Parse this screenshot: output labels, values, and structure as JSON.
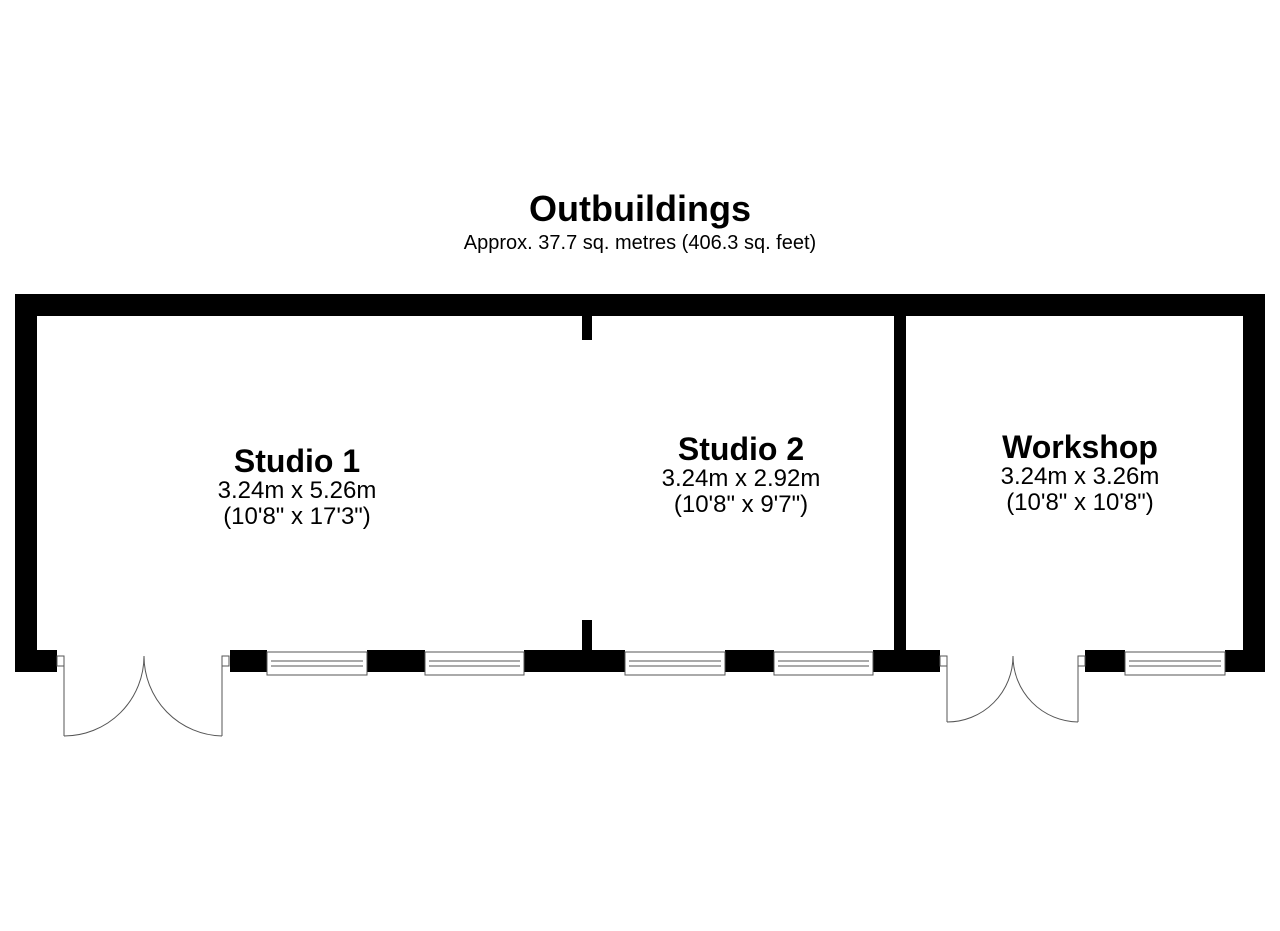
{
  "header": {
    "title": "Outbuildings",
    "subtitle": "Approx. 37.7 sq. metres (406.3 sq. feet)"
  },
  "rooms": [
    {
      "name": "Studio 1",
      "dim_metric": "3.24m x 5.26m",
      "dim_imperial": "(10'8\" x 17'3\")"
    },
    {
      "name": "Studio 2",
      "dim_metric": "3.24m x 2.92m",
      "dim_imperial": "(10'8\" x 9'7\")"
    },
    {
      "name": "Workshop",
      "dim_metric": "3.24m x 3.26m",
      "dim_imperial": "(10'8\" x 10'8\")"
    }
  ],
  "colors": {
    "wall": "#000000",
    "background": "#ffffff",
    "fixture_line": "#555555"
  }
}
